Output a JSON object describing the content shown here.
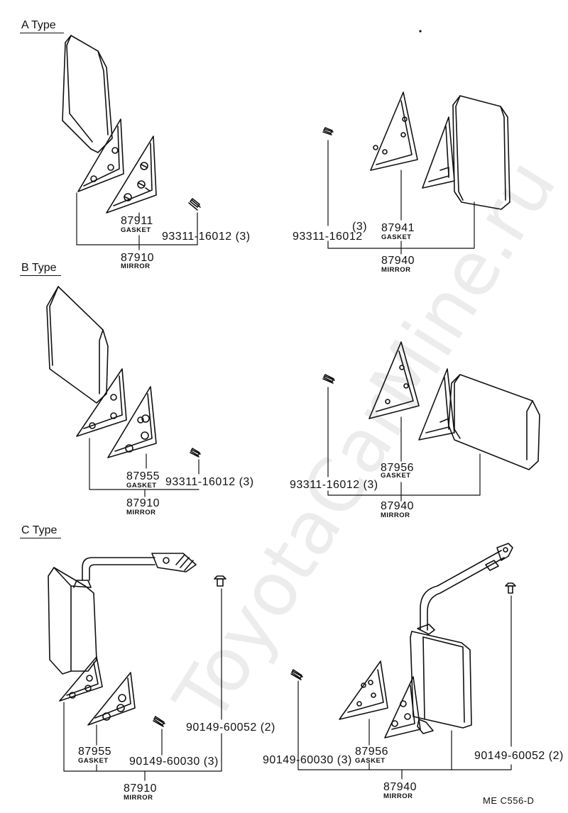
{
  "watermark": "ToyotaCarMine.ru",
  "sections": {
    "a": {
      "title": "A Type"
    },
    "b": {
      "title": "B Type"
    },
    "c": {
      "title": "C Type"
    }
  },
  "labels": {
    "a_gasket_num": "87911",
    "a_gasket_name": "GASKET",
    "a_bolt_left": "93311-16012 (3)",
    "a_mirror_left_num": "87910",
    "a_mirror_left_name": "MIRROR",
    "a_bolt_right_qty": "(3)",
    "a_bolt_right": "93311-16012",
    "a_gasket_right_num": "87941",
    "a_gasket_right_name": "GASKET",
    "a_mirror_right_num": "87940",
    "a_mirror_right_name": "MIRROR",
    "b_gasket_num": "87955",
    "b_gasket_name": "GASKET",
    "b_bolt_left": "93311-16012 (3)",
    "b_mirror_left_num": "87910",
    "b_mirror_left_name": "MIRROR",
    "b_bolt_right": "93311-16012 (3)",
    "b_gasket_right_num": "87956",
    "b_gasket_right_name": "GASKET",
    "b_mirror_right_num": "87940",
    "b_mirror_right_name": "MIRROR",
    "c_screw_left_upper": "90149-60052 (2)",
    "c_gasket_num": "87955",
    "c_gasket_name": "GASKET",
    "c_screw_left_lower": "90149-60030 (3)",
    "c_mirror_left_num": "87910",
    "c_mirror_left_name": "MIRROR",
    "c_screw_right_lower": "90149-60030 (3)",
    "c_gasket_right_num": "87956",
    "c_gasket_right_name": "GASKET",
    "c_screw_right_upper": "90149-60052 (2)",
    "c_mirror_right_num": "87940",
    "c_mirror_right_name": "MIRROR",
    "drawing_code": "ME C556-D"
  }
}
